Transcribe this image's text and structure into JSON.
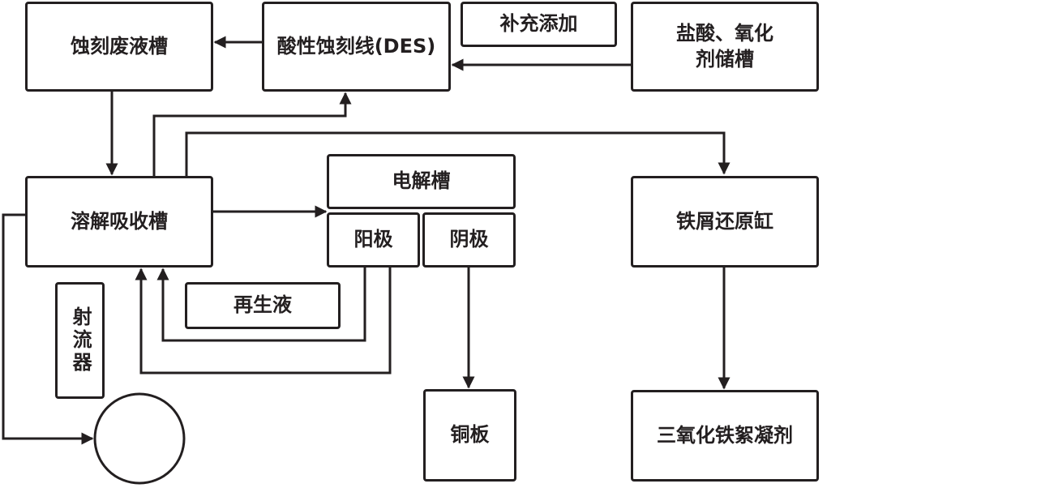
{
  "nodes": {
    "etch_waste_tank": "蚀刻废液槽",
    "acidic_etch_line": "酸性蚀刻线(DES)",
    "supplement_add": "补充添加",
    "hcl_oxidant_tank_line1": "盐酸、氧化",
    "hcl_oxidant_tank_line2": "剂储槽",
    "dissolve_absorb_tank": "溶解吸收槽",
    "electrolytic_cell": "电解槽",
    "anode": "阳极",
    "cathode": "阴极",
    "regen_liquid": "再生液",
    "ejector": "射流器",
    "copper_plate": "铜板",
    "iron_reduction_tank": "铁屑还原缸",
    "ferric_flocculant": "三氧化铁絮凝剂"
  },
  "colors": {
    "line": "#231f20",
    "background": "#ffffff"
  }
}
